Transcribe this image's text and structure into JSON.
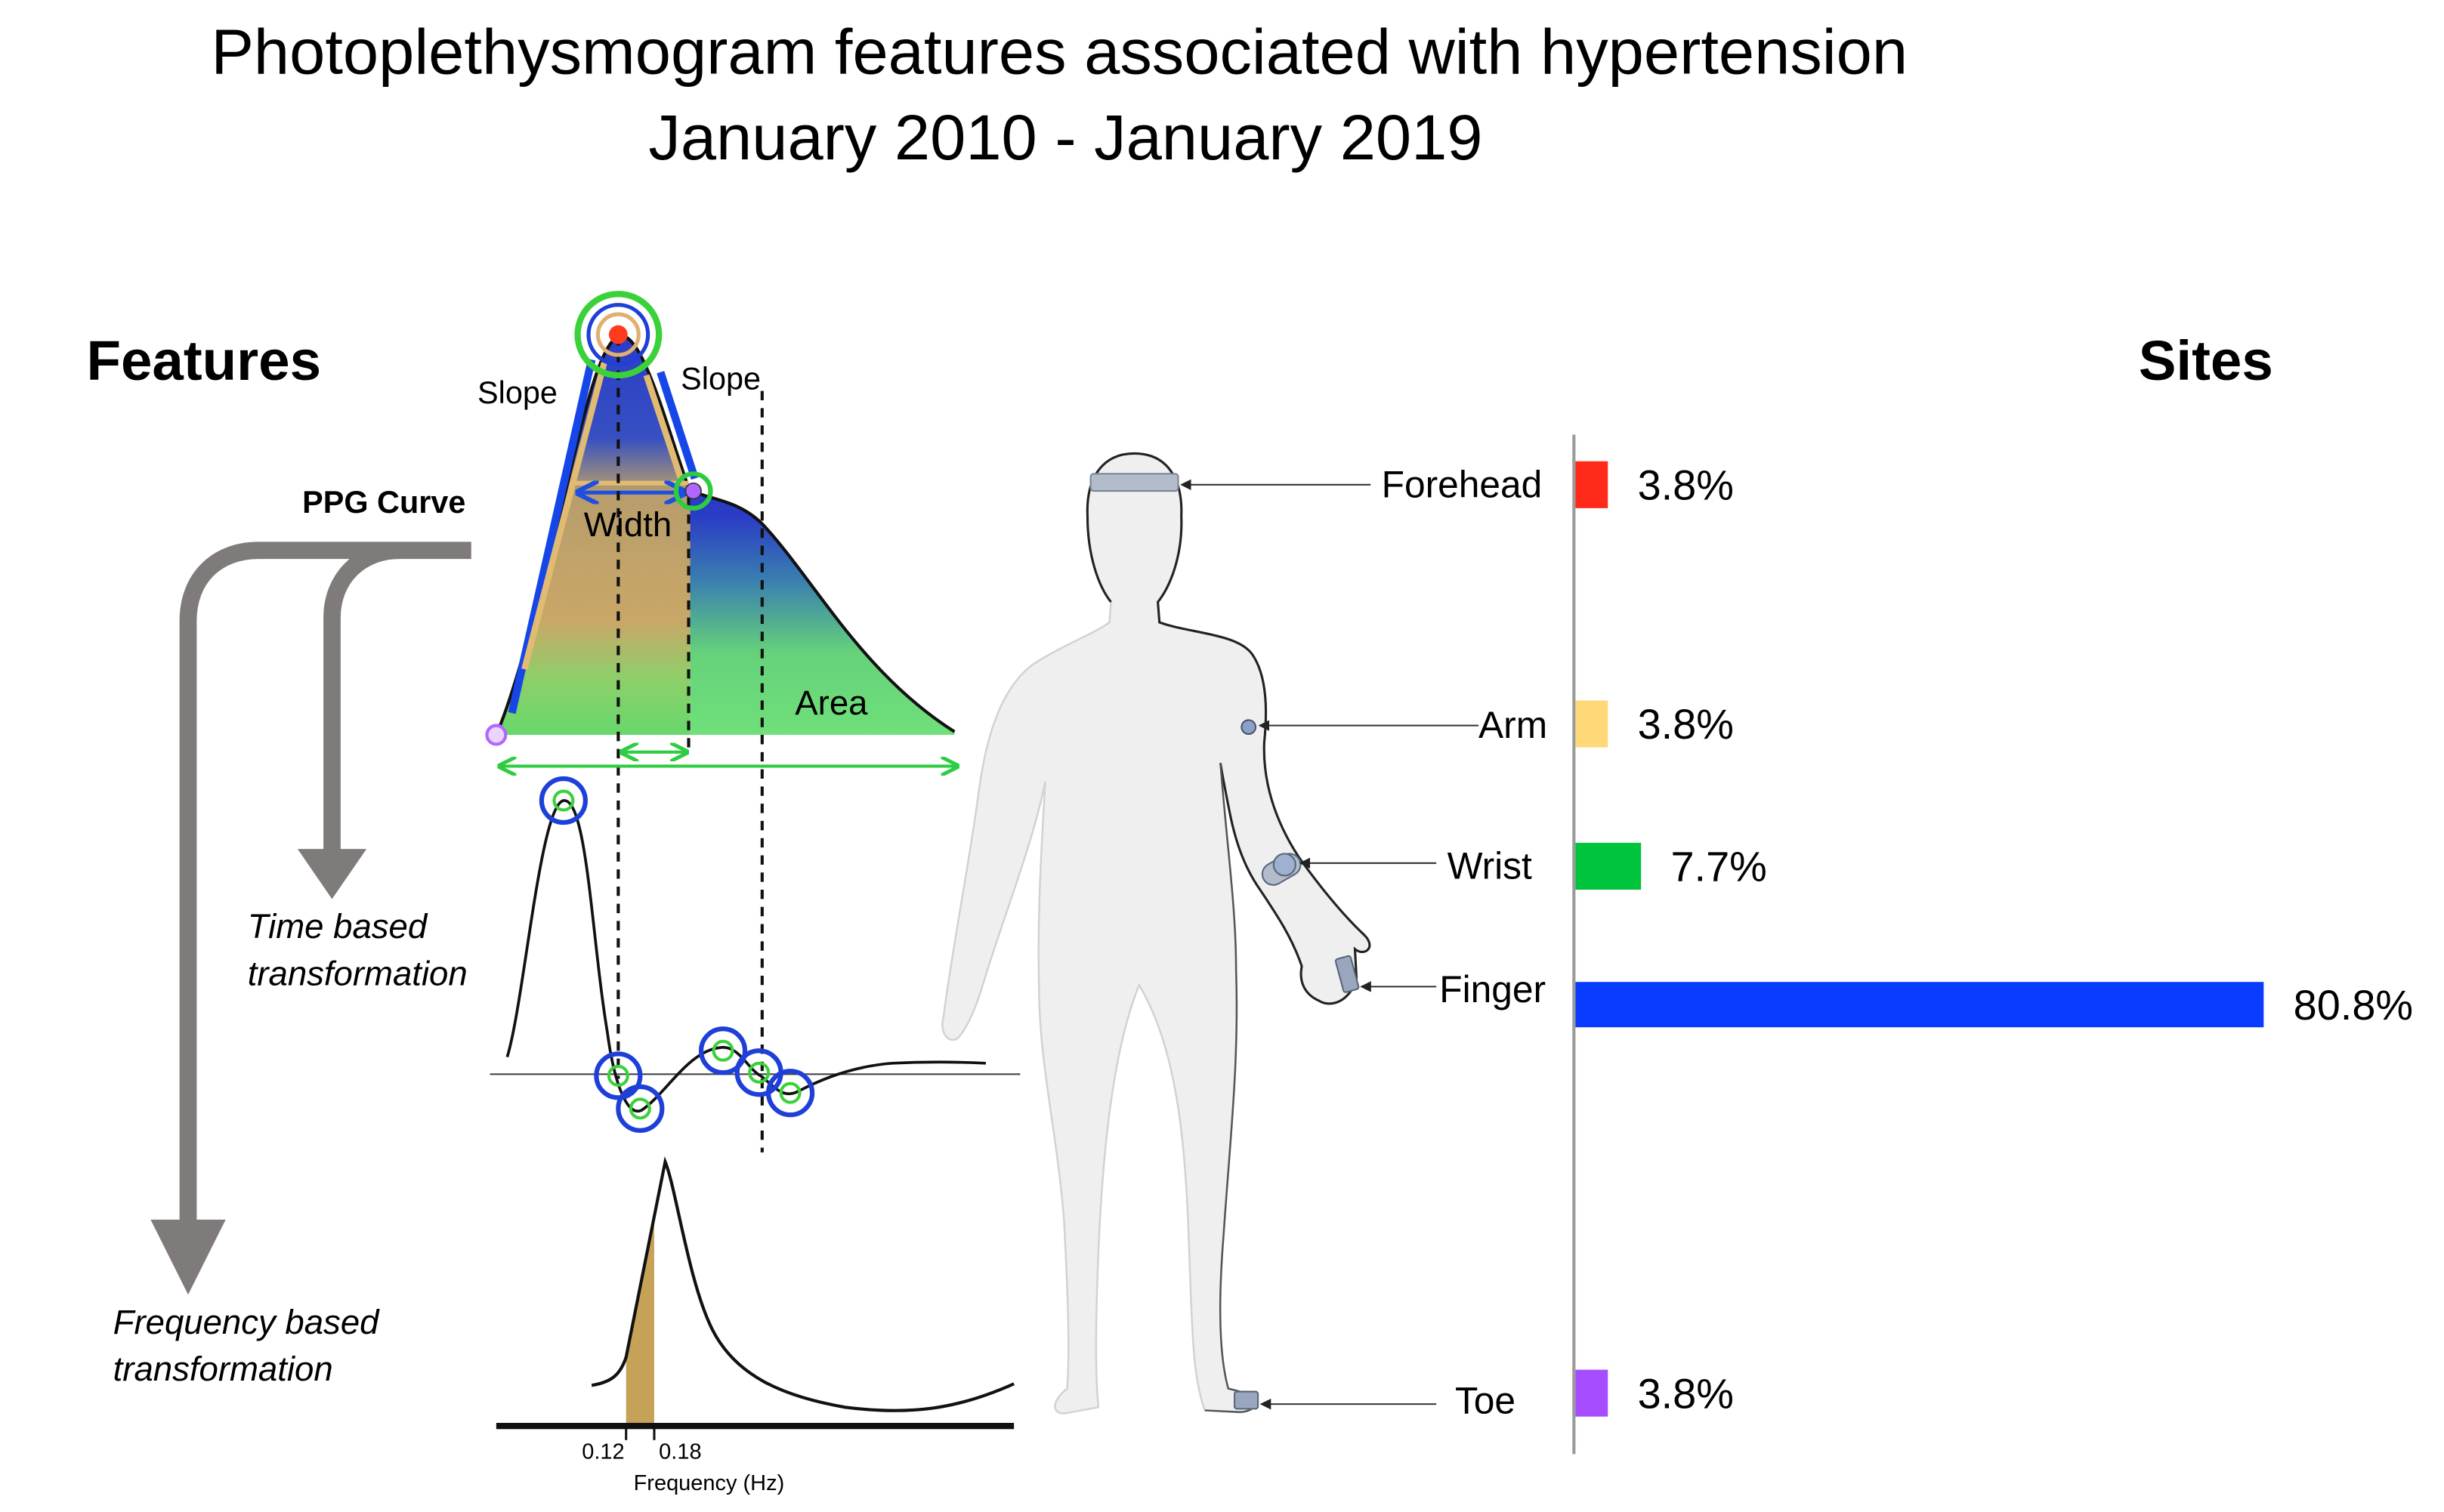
{
  "title_lines": [
    "Photoplethysmogram features associated with hypertension",
    "January 2010 - January 2019"
  ],
  "features": {
    "heading": "Features",
    "ppg_curve_label": "PPG Curve",
    "slope_left": "Slope",
    "slope_right": "Slope",
    "width_label": "Width",
    "area_label": "Area",
    "time_transform": [
      "Time based",
      "transformation"
    ],
    "freq_transform": [
      "Frequency based",
      "transformation"
    ],
    "freq_ticks": [
      "0.12",
      "0.18"
    ],
    "freq_axis_label": "Frequency (Hz)"
  },
  "chart_data": {
    "type": "bar",
    "orientation": "horizontal",
    "title": "Sites",
    "categories": [
      "Forehead",
      "Arm",
      "Wrist",
      "Finger",
      "Toe"
    ],
    "values": [
      3.8,
      3.8,
      7.7,
      80.8,
      3.8
    ],
    "value_labels": [
      "3.8%",
      "3.8%",
      "7.7%",
      "80.8%",
      "3.8%"
    ],
    "colors": [
      "#ff2a1a",
      "#ffd877",
      "#00c43c",
      "#0a3cff",
      "#a64dff"
    ],
    "grid": false,
    "legend": "none"
  }
}
